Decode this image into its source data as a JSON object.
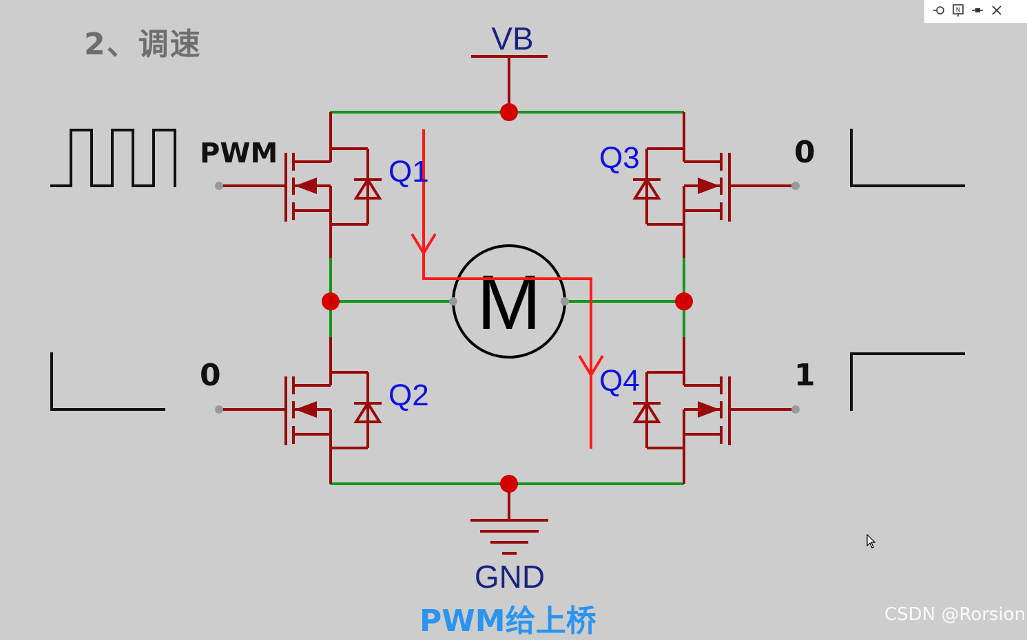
{
  "section_title": "2、调速",
  "caption": "PWM给上桥",
  "watermark": "CSDN @Rorsion",
  "nodes": {
    "supply": "VB",
    "ground": "GND",
    "motor": "M"
  },
  "transistors": {
    "q1": "Q1",
    "q2": "Q2",
    "q3": "Q3",
    "q4": "Q4"
  },
  "inputs": {
    "q1_gate": "PWM",
    "q2_gate": "0",
    "q3_gate": "0",
    "q4_gate": "1"
  },
  "toolbar": {
    "icons": [
      "minimize-icon",
      "note-icon",
      "pin-icon",
      "close-icon"
    ]
  },
  "colors": {
    "background": "#cdcdcd",
    "wire": "#14961e",
    "component": "#9a0a0a",
    "junction": "#d40000",
    "current_path": "#ff1a1a",
    "node_label": "#1a237e",
    "transistor_label": "#1010e0",
    "caption": "#2a95f0",
    "title": "#6e6e6e"
  }
}
